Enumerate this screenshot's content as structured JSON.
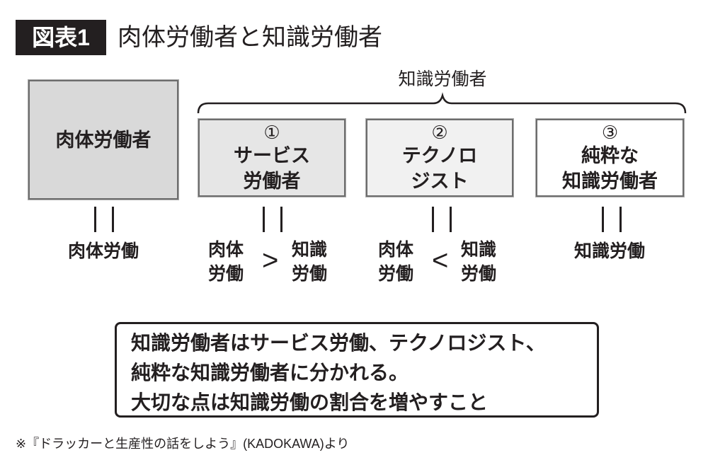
{
  "title": {
    "badge": "図表1",
    "text": "肉体労働者と知識労働者"
  },
  "group_label": "知識労働者",
  "manual_worker": {
    "box_label": "肉体労働者",
    "result": "肉体労働"
  },
  "categories": [
    {
      "number": "①",
      "line1": "サービス",
      "line2": "労働者",
      "left_top": "肉体",
      "left_bottom": "労働",
      "comparator": ">",
      "right_top": "知識",
      "right_bottom": "労働"
    },
    {
      "number": "②",
      "line1": "テクノロ",
      "line2": "ジスト",
      "left_top": "肉体",
      "left_bottom": "労働",
      "comparator": "<",
      "right_top": "知識",
      "right_bottom": "労働"
    },
    {
      "number": "③",
      "line1": "純粋な",
      "line2": "知識労働者",
      "result": "知識労働"
    }
  ],
  "summary": [
    "知識労働者はサービス労働、テクノロジスト、",
    "純粋な知識労働者に分かれる。",
    "大切な点は知識労働の割合を増やすこと"
  ],
  "footer": "※『ドラッカーと生産性の話をしよう』(KADOKAWA)より",
  "colors": {
    "box_manual": "#d9d9d9",
    "box_service": "#e6e6e6",
    "box_tech": "#f1f1f1",
    "box_pure": "#ffffff",
    "ink": "#231f20"
  }
}
